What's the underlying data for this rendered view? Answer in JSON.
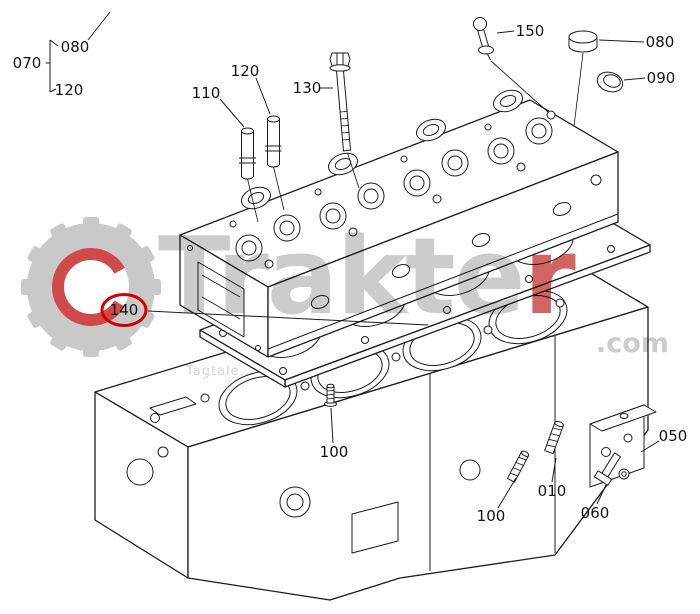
{
  "page": {
    "background": "#ffffff"
  },
  "watermark": {
    "brand_main": "Trakte",
    "brand_accent": "r",
    "domain_suffix": ".com",
    "tagline": "Tagtale...",
    "text_color": "#c9c9c9",
    "accent_color": "#d05c5c",
    "gear_color": "#c6c6c6",
    "gear_accent_color": "#cf4040"
  },
  "diagram": {
    "line_color": "#1c1c1c",
    "highlight_circle_color": "#d40000"
  },
  "callouts": [
    {
      "label": "070"
    },
    {
      "label": "080"
    },
    {
      "label": "120"
    },
    {
      "label": "110"
    },
    {
      "label": "120"
    },
    {
      "label": "130"
    },
    {
      "label": "150"
    },
    {
      "label": "080"
    },
    {
      "label": "090"
    },
    {
      "label": "140",
      "highlighted": true
    },
    {
      "label": "100"
    },
    {
      "label": "010"
    },
    {
      "label": "100"
    },
    {
      "label": "060"
    },
    {
      "label": "050"
    }
  ]
}
